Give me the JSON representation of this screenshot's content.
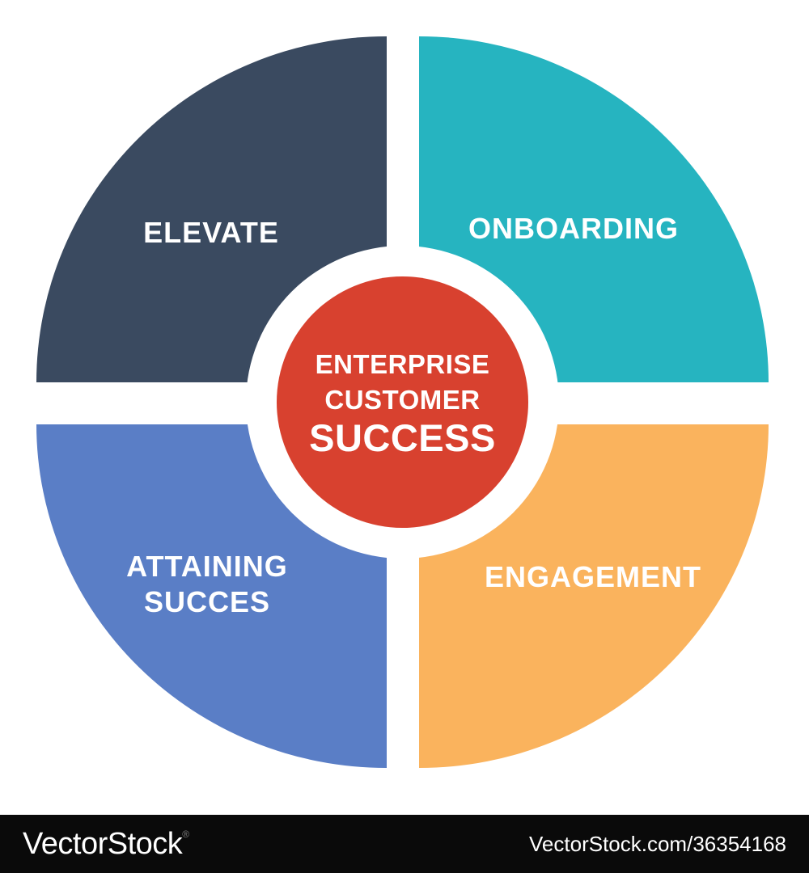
{
  "diagram": {
    "title_semantic": "Enterprise Customer Success cycle",
    "center": {
      "line1": "ENTERPRISE",
      "line2": "CUSTOMER",
      "line3": "SUCCESS",
      "color": "#d8412f",
      "text_color": "#ffffff"
    },
    "ring_color": "#ffffff",
    "quadrants": [
      {
        "position": "top-left",
        "label_lines": [
          "ELEVATE"
        ],
        "color": "#3a4a60"
      },
      {
        "position": "top-right",
        "label_lines": [
          "ONBOARDING"
        ],
        "color": "#26b4c0"
      },
      {
        "position": "bottom-left",
        "label_lines": [
          "ATTAINING",
          "SUCCES"
        ],
        "color": "#5a7ec6"
      },
      {
        "position": "bottom-right",
        "label_lines": [
          "ENGAGEMENT"
        ],
        "color": "#fab35d"
      }
    ]
  },
  "watermark": {
    "logo": "VectorStock",
    "registered": "®",
    "url_text": "VectorStock.com/36354168",
    "bar_color": "#0a0a0a",
    "text_color": "#ffffff"
  }
}
